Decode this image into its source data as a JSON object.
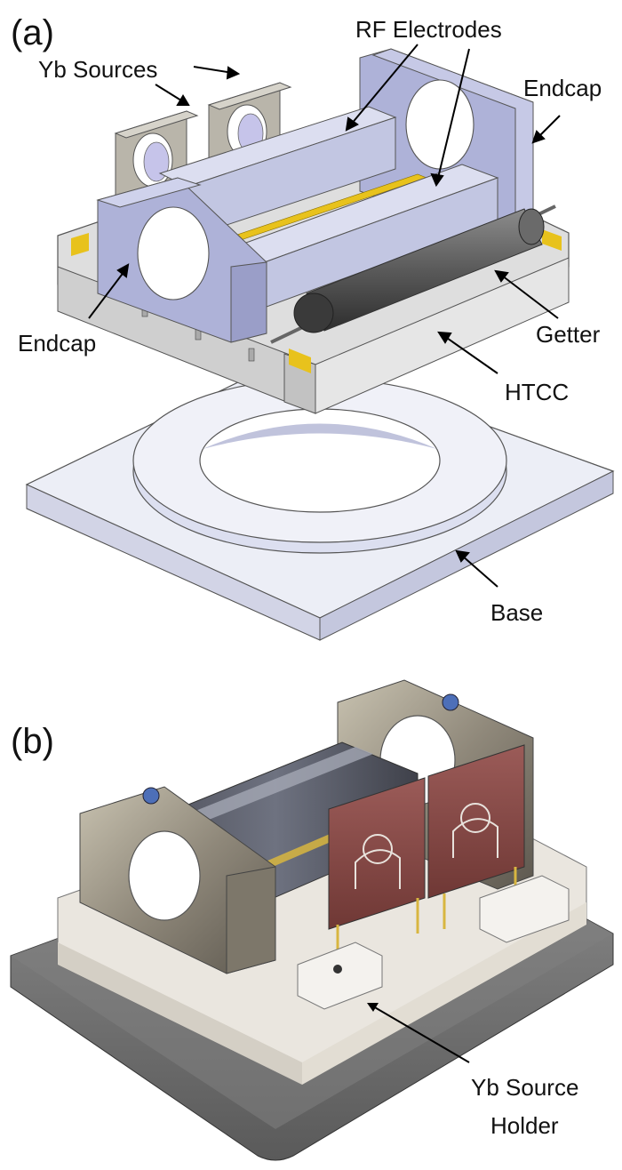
{
  "panels": {
    "a": "(a)",
    "b": "(b)"
  },
  "callouts": {
    "yb_sources": "Yb Sources",
    "rf_electrodes": "RF Electrodes",
    "endcap_right": "Endcap",
    "endcap_left": "Endcap",
    "getter": "Getter",
    "htcc": "HTCC",
    "base": "Base",
    "yb_source_holder_line1": "Yb Source",
    "yb_source_holder_line2": "Holder"
  },
  "colors": {
    "base": "#e4e6f2",
    "electrode": "#c9cce6",
    "endcap": "#aeb2d8",
    "ceramic": "#e9e9e9",
    "gold": "#e8c21c",
    "source": "#bdb9ae",
    "getter": "#555555",
    "photo_metal": "#9a9382",
    "photo_chip": "#8a4a4a"
  }
}
